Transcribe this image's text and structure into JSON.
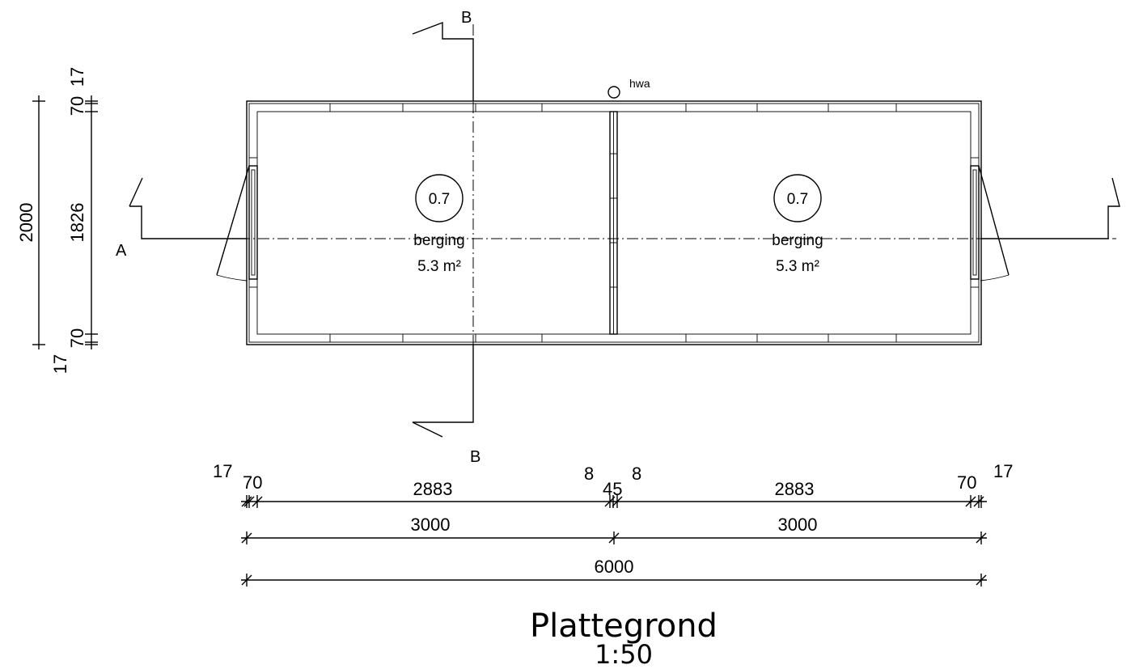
{
  "title": "Plattegrond",
  "scale": "1:50",
  "sections": {
    "a_label": "A",
    "b_label_top": "B",
    "b_label_bottom": "B"
  },
  "downpipe_label": "hwa",
  "rooms": [
    {
      "code": "0.7",
      "name": "berging",
      "area": "5.3 m²"
    },
    {
      "code": "0.7",
      "name": "berging",
      "area": "5.3 m²"
    }
  ],
  "dimensions": {
    "horizontal_row1": [
      "17",
      "70",
      "2883",
      "8",
      "45",
      "8",
      "2883",
      "70",
      "17"
    ],
    "horizontal_row2": [
      "3000",
      "3000"
    ],
    "horizontal_row3": [
      "6000"
    ],
    "vertical_outer": [
      "2000"
    ],
    "vertical_inner": [
      "17",
      "70",
      "1826",
      "70",
      "17"
    ]
  }
}
